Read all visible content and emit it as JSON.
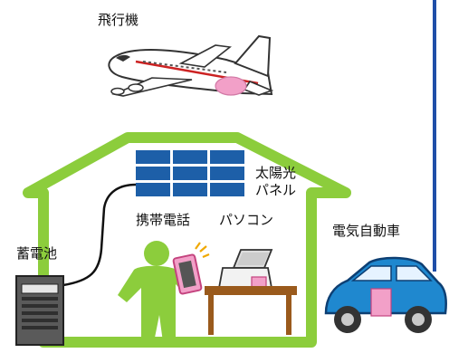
{
  "labels": {
    "airplane": "飛行機",
    "solar_panel_line1": "太陽光",
    "solar_panel_line2": "パネル",
    "mobile_phone": "携帯電話",
    "computer": "パソコン",
    "storage_battery": "蓄電池",
    "electric_car": "電気自動車"
  },
  "colors": {
    "house_outline": "#8ccd3c",
    "person": "#8ccd3c",
    "solar_panel": "#1d5fa8",
    "car_body": "#1f88cf",
    "battery_highlight": "#f2a0c8",
    "table": "#9a5a1c",
    "divider": "#1f4ea8"
  }
}
